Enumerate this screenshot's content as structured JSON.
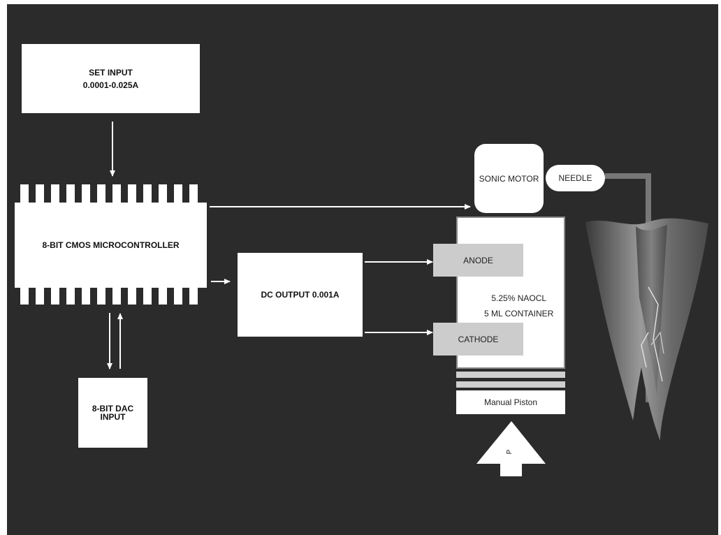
{
  "set_input": {
    "line1": "SET INPUT",
    "line2": "0.0001-0.025A"
  },
  "microcontroller": {
    "label": "8-BIT CMOS MICROCONTROLLER"
  },
  "dac": {
    "line1": "8-BIT DAC",
    "line2": "INPUT"
  },
  "dc_output": {
    "label": "DC OUTPUT 0.001A"
  },
  "sonic_motor": {
    "label": "SONIC MOTOR"
  },
  "needle": {
    "label": "NEEDLE"
  },
  "anode": {
    "label": "ANODE"
  },
  "cathode": {
    "label": "CATHODE"
  },
  "container": {
    "line1": "5.25% NAOCL",
    "line2": "5 ML CONTAINER"
  },
  "piston": {
    "label": "Manual Piston"
  },
  "pressure_arrow": {
    "label": "P"
  },
  "colors": {
    "background": "#2b2b2b",
    "box": "#ffffff",
    "electrode": "#cccccc",
    "tooth": "#8a8a8a"
  }
}
